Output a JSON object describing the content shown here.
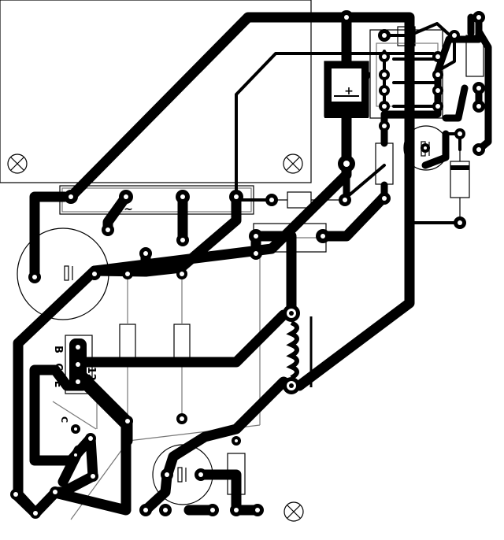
{
  "bridge": {
    "ac1_label": "~",
    "ac2_label": "~",
    "plus_label": "+"
  },
  "transistor": {
    "base_label": "B",
    "collector_label": "C",
    "emitter_label": "E"
  },
  "connector_label": "P12",
  "pin_labels": {
    "c": "C",
    "e_mid": "E",
    "e_low": "E"
  },
  "regulator_label": "+",
  "colors": {
    "copper": "#000000",
    "silkscreen": "#000000",
    "silkscreen_grey": "#777777",
    "background": "#ffffff"
  }
}
